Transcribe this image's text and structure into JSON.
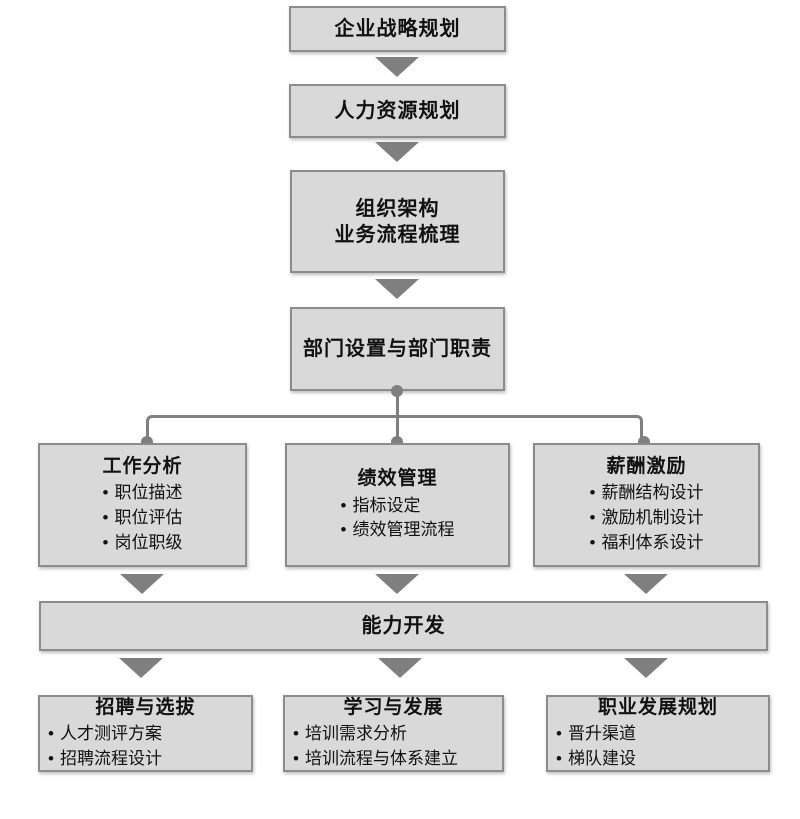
{
  "diagram": {
    "bullet": "•",
    "colors": {
      "box_fill": "#d9d9d9",
      "box_border": "#8c8c8c",
      "connector": "#7f7f7f",
      "text": "#111111"
    },
    "chain": [
      {
        "title": "企业战略规划"
      },
      {
        "title": "人力资源规划"
      },
      {
        "line1": "组织架构",
        "line2": "业务流程梳理"
      },
      {
        "title": "部门设置与部门职责"
      }
    ],
    "middle": [
      {
        "title": "工作分析",
        "items": [
          "职位描述",
          "职位评估",
          "岗位职级"
        ]
      },
      {
        "title": "绩效管理",
        "items": [
          "指标设定",
          "绩效管理流程"
        ]
      },
      {
        "title": "薪酬激励",
        "items": [
          "薪酬结构设计",
          "激励机制设计",
          "福利体系设计"
        ]
      }
    ],
    "bar": {
      "title": "能力开发"
    },
    "bottom": [
      {
        "title": "招聘与选拔",
        "items": [
          "人才测评方案",
          "招聘流程设计"
        ]
      },
      {
        "title": "学习与发展",
        "items": [
          "培训需求分析",
          "培训流程与体系建立"
        ]
      },
      {
        "title": "职业发展规划",
        "items": [
          "晋升渠道",
          "梯队建设"
        ]
      }
    ]
  }
}
